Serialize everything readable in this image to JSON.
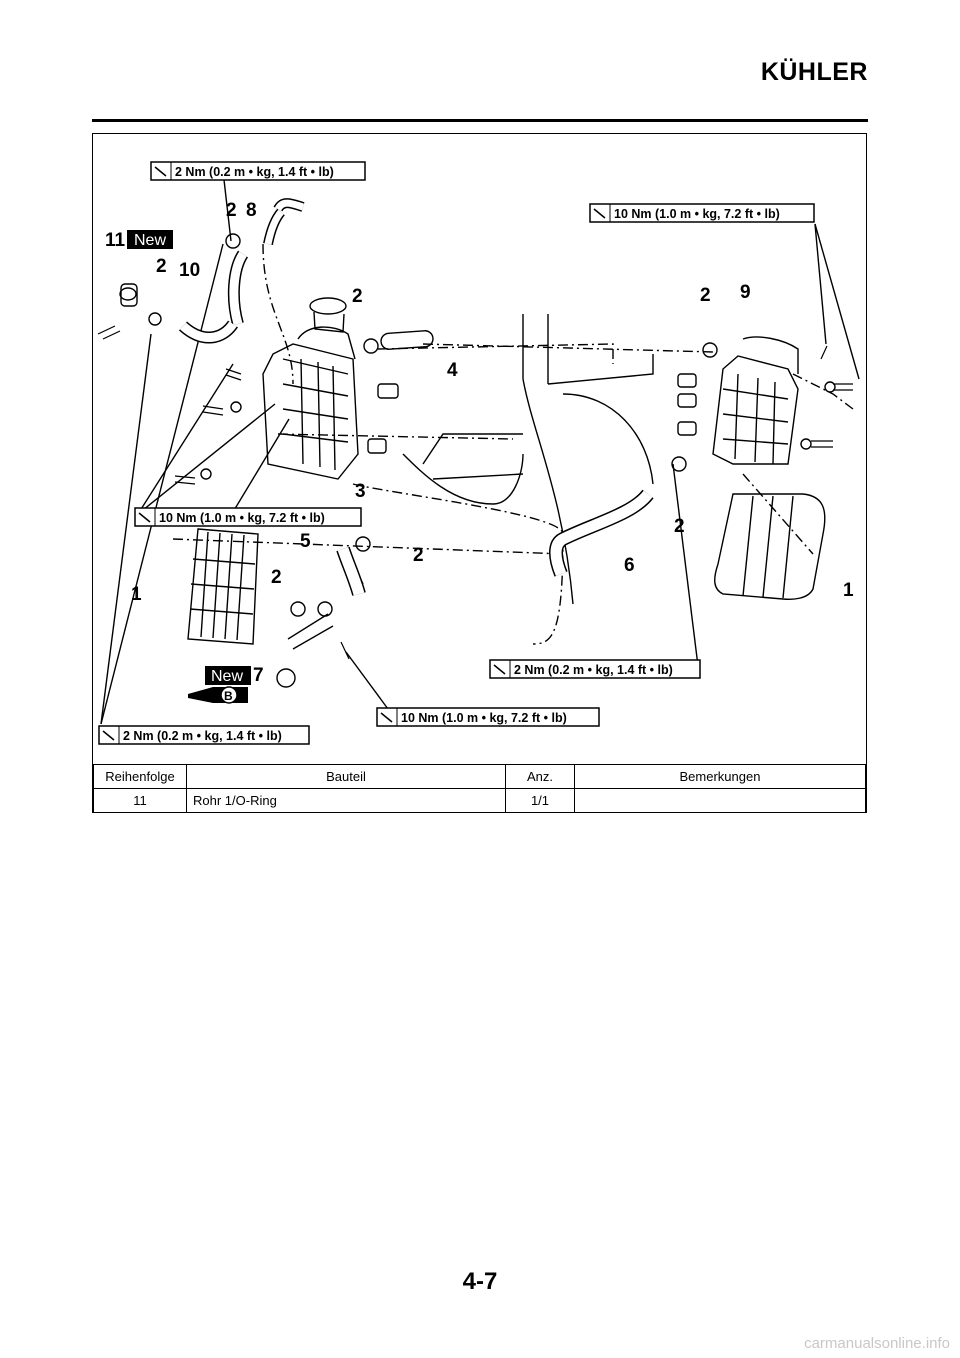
{
  "header": {
    "title": "KÜHLER"
  },
  "diagram": {
    "torque_labels": {
      "t1": "2 Nm (0.2 m • kg, 1.4 ft • lb)",
      "t2": "10 Nm (1.0 m • kg, 7.2 ft • lb)",
      "t3": "10 Nm (1.0 m • kg, 7.2 ft • lb)",
      "t4": "2 Nm (0.2 m • kg, 1.4 ft • lb)",
      "t5": "10 Nm (1.0 m • kg, 7.2 ft • lb)",
      "t6": "2 Nm (0.2 m • kg, 1.4 ft • lb)"
    },
    "new_badge": "New",
    "grease_symbol": "B",
    "callouts": {
      "c2a": "2",
      "c8": "8",
      "c11": "11",
      "c2b": "2",
      "c10": "10",
      "c2c": "2",
      "c4": "4",
      "c2d": "2",
      "c9": "9",
      "c3": "3",
      "c5": "5",
      "c2e": "2",
      "c2f": "2",
      "c1a": "1",
      "c6": "6",
      "c2g": "2",
      "c1b": "1",
      "c7": "7"
    }
  },
  "parts_table": {
    "headers": {
      "order": "Reihenfolge",
      "part": "Bauteil",
      "qty": "Anz.",
      "remarks": "Bemerkungen"
    },
    "rows": [
      {
        "order": "11",
        "part": "Rohr 1/O-Ring",
        "qty": "1/1",
        "remarks": ""
      }
    ]
  },
  "page_number": "4-7",
  "footer": {
    "watermark": "carmanualsonline.info"
  }
}
